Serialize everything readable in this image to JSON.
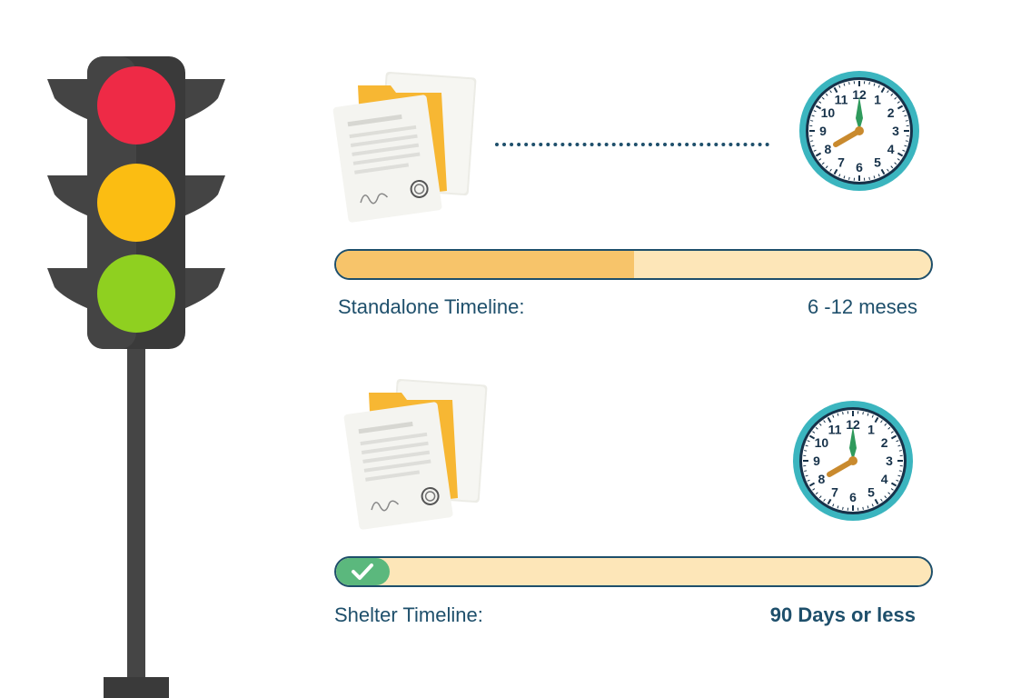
{
  "standalone": {
    "label": "Standalone Timeline:",
    "value": "6 -12 meses",
    "progress_fraction": 0.5
  },
  "shelter": {
    "label": "Shelter Timeline:",
    "value": "90 Days or less",
    "progress_fraction": 0.09
  },
  "clock_numbers": [
    "12",
    "1",
    "2",
    "3",
    "4",
    "5",
    "6",
    "7",
    "8",
    "9",
    "10",
    "11"
  ],
  "colors": {
    "text": "#1e4f6b",
    "bar_fill": "#f7c46a",
    "bar_track": "#fde6b8",
    "check": "#5bb87d",
    "light_red": "#ee2a46",
    "light_yellow": "#fbbd12",
    "light_green": "#8fd020",
    "clock_ring": "#3bb5bf"
  }
}
